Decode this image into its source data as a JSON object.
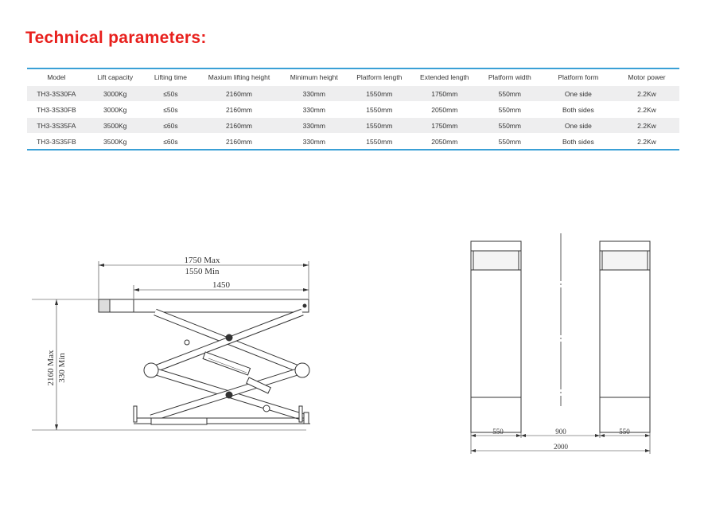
{
  "title": "Technical parameters:",
  "accent_color": "#e8201d",
  "line_color": "#3aa0d6",
  "table": {
    "headers": [
      "Model",
      "Lift capacity",
      "Lifting time",
      "Maxium lifting height",
      "Minimum height",
      "Platform length",
      "Extended length",
      "Platform width",
      "Platform form",
      "Motor power"
    ],
    "rows": [
      [
        "TH3-3S30FA",
        "3000Kg",
        "≤50s",
        "2160mm",
        "330mm",
        "1550mm",
        "1750mm",
        "550mm",
        "One side",
        "2.2Kw"
      ],
      [
        "TH3-3S30FB",
        "3000Kg",
        "≤50s",
        "2160mm",
        "330mm",
        "1550mm",
        "2050mm",
        "550mm",
        "Both sides",
        "2.2Kw"
      ],
      [
        "TH3-3S35FA",
        "3500Kg",
        "≤60s",
        "2160mm",
        "330mm",
        "1550mm",
        "1750mm",
        "550mm",
        "One side",
        "2.2Kw"
      ],
      [
        "TH3-3S35FB",
        "3500Kg",
        "≤60s",
        "2160mm",
        "330mm",
        "1550mm",
        "2050mm",
        "550mm",
        "Both sides",
        "2.2Kw"
      ]
    ]
  },
  "side_view": {
    "dim_extended": "1750 Max",
    "dim_platform": "1550 Min",
    "dim_inner": "1450",
    "dim_max_height": "2160 Max",
    "dim_min_height": "330 Min"
  },
  "front_view": {
    "dim_left_width": "550",
    "dim_gap": "900",
    "dim_right_width": "550",
    "dim_total": "2000"
  }
}
